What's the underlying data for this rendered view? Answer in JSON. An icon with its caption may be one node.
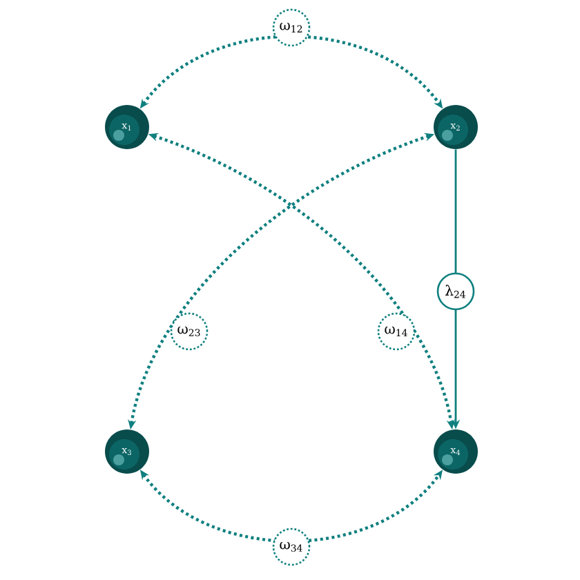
{
  "diagram": {
    "nodes": [
      {
        "text": [
          "x$_{1}$"
        ]
      },
      {
        "text": [
          "x$_{2}$"
        ]
      },
      {
        "text": [
          "x$_{3}$"
        ]
      },
      {
        "text": [
          "x$_{4}$"
        ]
      }
    ],
    "edges": [
      {
        "from": 0,
        "to": 1,
        "arrow": "both",
        "style": "dashed",
        "label": "ω$_{12}$"
      },
      {
        "from": 1,
        "to": 2,
        "arrow": "both",
        "style": "dashed",
        "label": "ω$_{23}$"
      },
      {
        "from": 0,
        "to": 3,
        "arrow": "both",
        "style": "dashed",
        "label": "ω$_{14}$"
      },
      {
        "from": 1,
        "to": 3,
        "arrow": "to",
        "label": "λ$_{24}$"
      },
      {
        "from": 2,
        "to": 3,
        "arrow": "both",
        "style": "dashed",
        "label": "ω$_{34}$"
      }
    ]
  }
}
